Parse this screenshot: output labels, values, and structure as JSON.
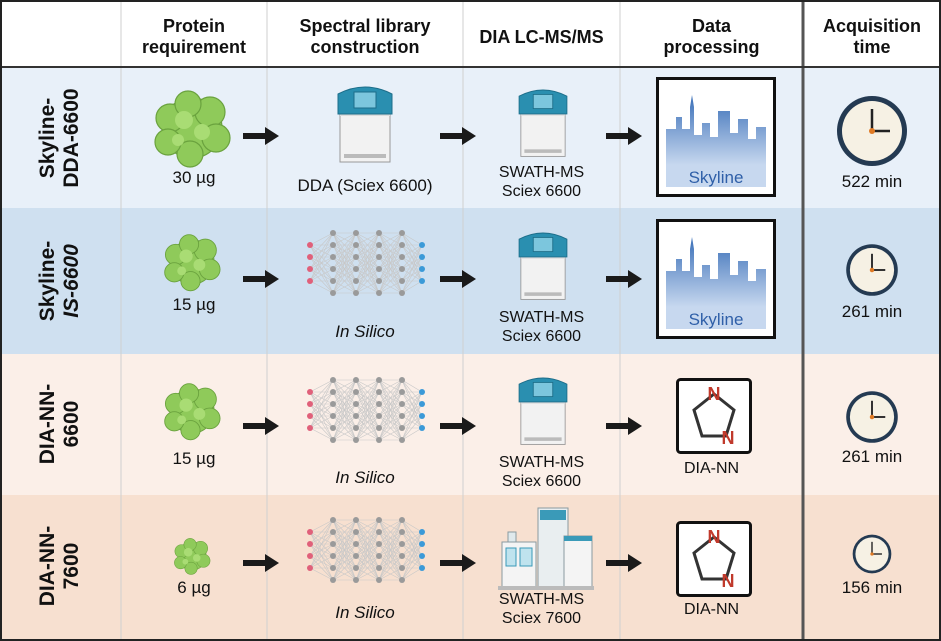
{
  "headers": {
    "protein": [
      "Protein",
      "requirement"
    ],
    "library": [
      "Spectral library",
      "construction"
    ],
    "dia": "DIA LC-MS/MS",
    "processing": [
      "Data",
      "processing"
    ],
    "time": [
      "Acquisition",
      "time"
    ]
  },
  "rows": [
    {
      "label": [
        "Skyline-",
        "DDA-6600"
      ],
      "label_italic_second": false,
      "protein": "30 µg",
      "library_type": "instrument",
      "library_text": "DDA (Sciex 6600)",
      "dia": [
        "SWATH-MS",
        "Sciex 6600"
      ],
      "processing_logo": "Skyline",
      "time": "522 min",
      "bg": "#e8f0f9"
    },
    {
      "label": [
        "Skyline-",
        "IS-6600"
      ],
      "label_italic_second": true,
      "protein": "15 µg",
      "library_type": "network",
      "library_text": "In Silico",
      "dia": [
        "SWATH-MS",
        "Sciex 6600"
      ],
      "processing_logo": "Skyline",
      "time": "261 min",
      "bg": "#cfe0f0"
    },
    {
      "label": [
        "DIA-NN-",
        "6600"
      ],
      "label_italic_second": false,
      "protein": "15 µg",
      "library_type": "network",
      "library_text": "In Silico",
      "dia": [
        "SWATH-MS",
        "Sciex 6600"
      ],
      "processing_logo": "DIA-NN",
      "time": "261 min",
      "bg": "#fbefe8"
    },
    {
      "label": [
        "DIA-NN-",
        "7600"
      ],
      "label_italic_second": false,
      "protein": "6 µg",
      "library_type": "network",
      "library_text": "In Silico",
      "dia": [
        "SWATH-MS",
        "Sciex 7600"
      ],
      "processing_logo": "DIA-NN",
      "time": "156 min",
      "bg": "#f7e0d0"
    }
  ],
  "icons": {
    "protein": "protein-blob-icon",
    "arrow": "right-arrow-icon",
    "ms": "mass-spectrometer-icon",
    "network": "neural-network-icon",
    "skyline": "skyline-logo-icon",
    "diann": "imidazole-logo-icon",
    "clock": "clock-icon"
  },
  "colors": {
    "row1": "#e8f0f9",
    "row2": "#cfe0f0",
    "row3": "#fbefe8",
    "row4": "#f7e0d0",
    "accent_n": "#c0392b",
    "skyline_blue": "#3a6fb8"
  }
}
